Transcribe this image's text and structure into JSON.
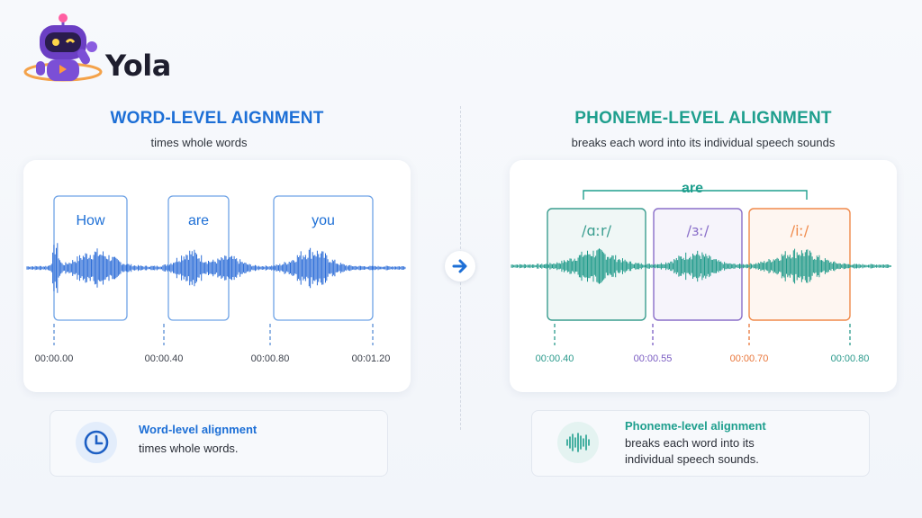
{
  "brand": {
    "name": "Yola"
  },
  "left": {
    "title": "WORD-LEVEL AIGNMENT",
    "subtitle": "times whole words",
    "words": [
      "How",
      "are",
      "you"
    ],
    "timestamps": [
      "00:00.00",
      "00:00.40",
      "00:00.80",
      "00:01.20"
    ],
    "accent": "#1d6fd6",
    "info": {
      "icon": "clock-icon",
      "title": "Word-level alignment",
      "body": [
        "times whole words."
      ]
    }
  },
  "right": {
    "title": "PHONEME-LEVEL ALIGNMENT",
    "subtitle": "breaks each word into its individual speech sounds",
    "word": "are",
    "phonemes": [
      "/ɑːr/",
      "/ɜː/",
      "/iː/"
    ],
    "phoneme_colors": [
      "#3a9d8f",
      "#8a6fc9",
      "#f08a4b"
    ],
    "timestamps": [
      "00:00.40",
      "00:00.55",
      "00:00.70",
      "00:00.80"
    ],
    "timestamp_colors": [
      "#2a9a8c",
      "#7a5cc2",
      "#e9763a",
      "#2a9a8c"
    ],
    "accent": "#1f9f8e",
    "info": {
      "icon": "waveform-icon",
      "title": "Phoneme-level alignment",
      "body": [
        "breaks each word into its",
        "individual speech sounds."
      ]
    }
  },
  "arrow": {
    "icon": "arrow-right-icon"
  }
}
